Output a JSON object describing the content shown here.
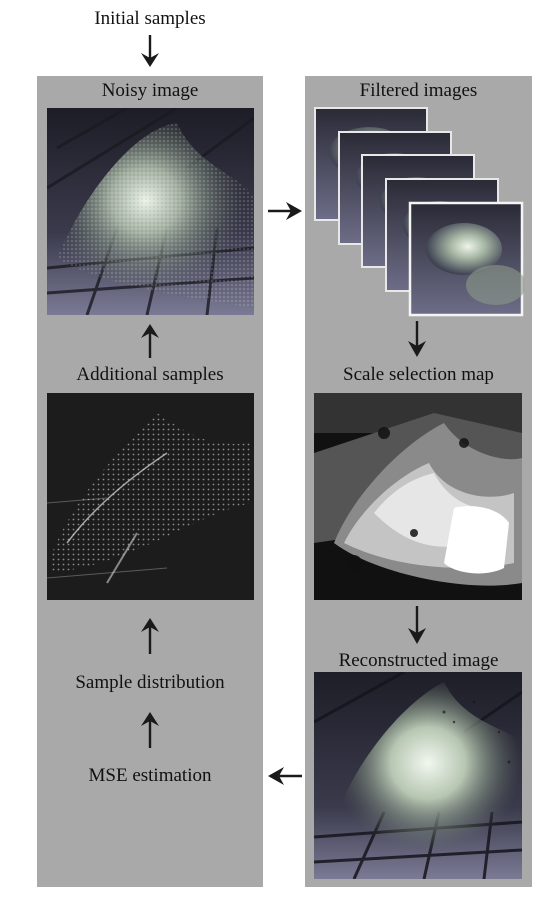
{
  "labels": {
    "initial_samples": "Initial samples",
    "noisy_image": "Noisy image",
    "filtered_images": "Filtered images",
    "additional_samples": "Additional samples",
    "scale_selection_map": "Scale selection map",
    "sample_distribution": "Sample distribution",
    "reconstructed_image": "Reconstructed image",
    "mse_estimation": "MSE estimation"
  },
  "colors": {
    "panel": "#a9a9a9",
    "arrow": "#1a1a1a",
    "render_bg": "#3a3a48",
    "highlight": "#dfe8dc"
  }
}
